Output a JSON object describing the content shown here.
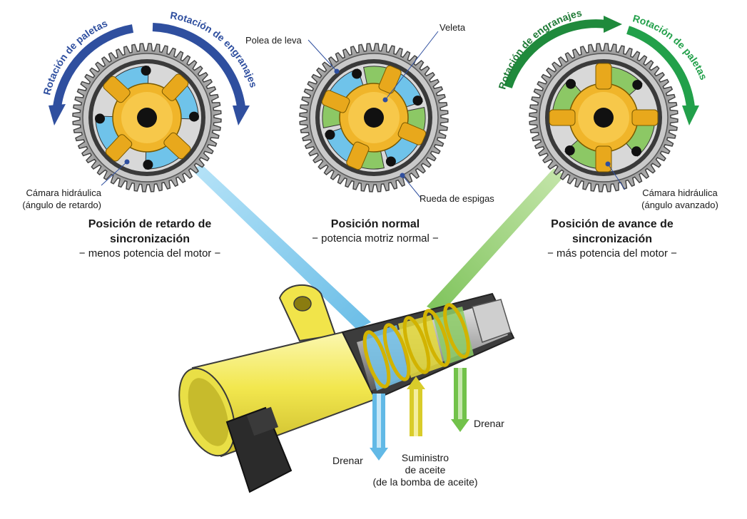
{
  "gears": {
    "retard": {
      "arc_left": "Rotación de paletas",
      "arc_right": "Rotación de engranajes",
      "chamber_label_line1": "Cámara hidráulica",
      "chamber_label_line2": "(ángulo de retardo)",
      "title_line1": "Posición de retardo de",
      "title_line2": "sincronización",
      "subtitle": "− menos potencia del motor −"
    },
    "normal": {
      "cam_pulley_label": "Polea de leva",
      "vane_label": "Veleta",
      "sprocket_label": "Rueda de espigas",
      "title": "Posición normal",
      "subtitle": "− potencia motriz normal −"
    },
    "advance": {
      "arc_left": "Rotación de engranajes",
      "arc_right": "Rotación de paletas",
      "chamber_label_line1": "Cámara hidráulica",
      "chamber_label_line2": "(ángulo avanzado)",
      "title_line1": "Posición de avance de",
      "title_line2": "sincronización",
      "subtitle": "− más potencia del motor −"
    }
  },
  "valve": {
    "drain_left": "Drenar",
    "drain_right": "Drenar",
    "supply_line1": "Suministro",
    "supply_line2": "de aceite",
    "supply_line3": "(de la bomba de aceite)"
  },
  "colors": {
    "retard_blue": "#6fc3ea",
    "advance_green": "#8cc865",
    "vane_gold": "#e8a81c",
    "solenoid_yellow": "#eee34a",
    "arrow_navy": "#2f4f9f",
    "arrow_green": "#1f8a3c",
    "gear_gray": "#9a9a9a"
  },
  "icons": [
    "gear-icon",
    "vane-rotor-icon",
    "curved-arrow-icon",
    "solenoid-valve-icon",
    "connector-icon",
    "down-arrow-icon"
  ]
}
